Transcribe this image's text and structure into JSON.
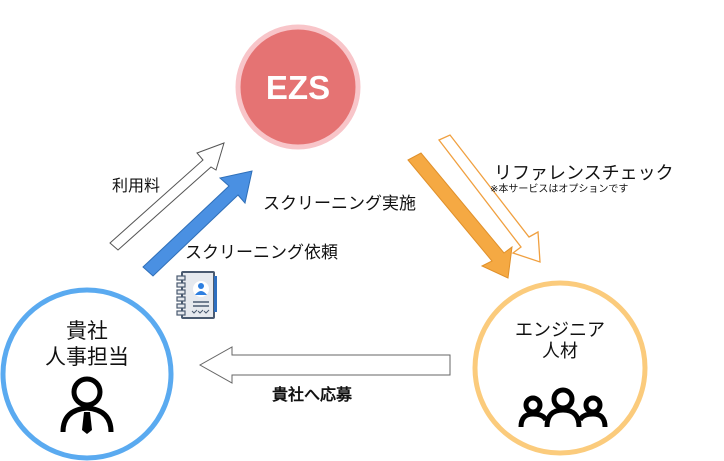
{
  "colors": {
    "ezs_fill": "#e57373",
    "ezs_ring": "#f8c5c9",
    "client_ring": "#5aaaf0",
    "engineer_ring": "#fbcb7c",
    "blue_arrow": "#4a90e2",
    "orange_arrow": "#f5a943"
  },
  "nodes": {
    "ezs": {
      "label": "EZS"
    },
    "client": {
      "line1": "貴社",
      "line2": "人事担当",
      "icon": "person-with-tie-icon"
    },
    "engineer": {
      "line1": "エンジニア",
      "line2": "人材",
      "icon": "group-people-icon"
    }
  },
  "flows": {
    "fee": {
      "label": "利用料"
    },
    "screening_request": {
      "label": "スクリーニング依頼",
      "icon": "contact-book-icon"
    },
    "screening_done": {
      "label": "スクリーニング実施"
    },
    "reference_check": {
      "label": "リファレンスチェック",
      "note": "※本サービスはオプションです"
    },
    "apply": {
      "label": "貴社へ応募"
    }
  }
}
